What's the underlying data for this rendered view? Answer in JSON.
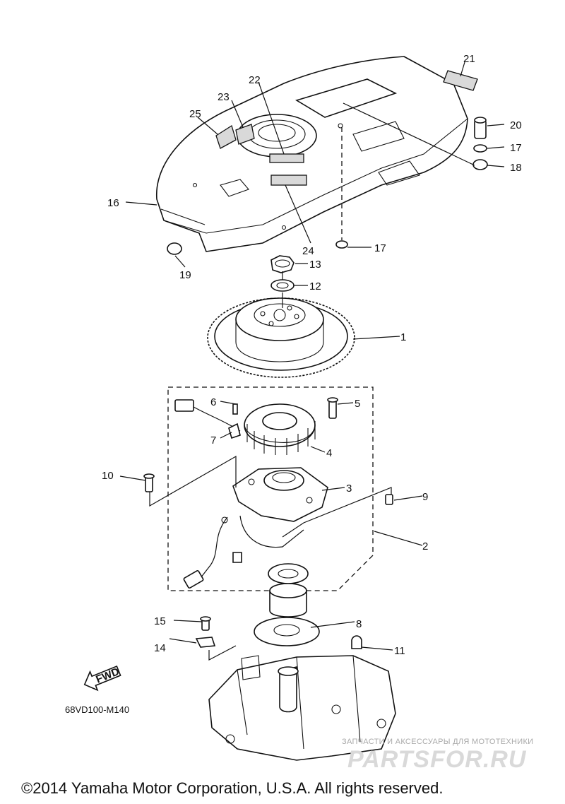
{
  "callouts": {
    "c1": "1",
    "c2": "2",
    "c3": "3",
    "c4": "4",
    "c5": "5",
    "c6": "6",
    "c7": "7",
    "c8": "8",
    "c9": "9",
    "c10": "10",
    "c11": "11",
    "c12": "12",
    "c13": "13",
    "c14": "14",
    "c15": "15",
    "c16": "16",
    "c17a": "17",
    "c17b": "17",
    "c18": "18",
    "c19": "19",
    "c20": "20",
    "c21": "21",
    "c22": "22",
    "c23": "23",
    "c24": "24",
    "c25": "25"
  },
  "fwd_label": "FWD",
  "diagram_code": "68VD100-M140",
  "watermark": {
    "subtitle": "ЗАПЧАСТИ И АКСЕССУАРЫ ДЛЯ МОТОТЕХНИКИ",
    "brand": "PARTSFOR.RU"
  },
  "copyright": "©2014 Yamaha Motor Corporation, U.S.A. All rights reserved."
}
